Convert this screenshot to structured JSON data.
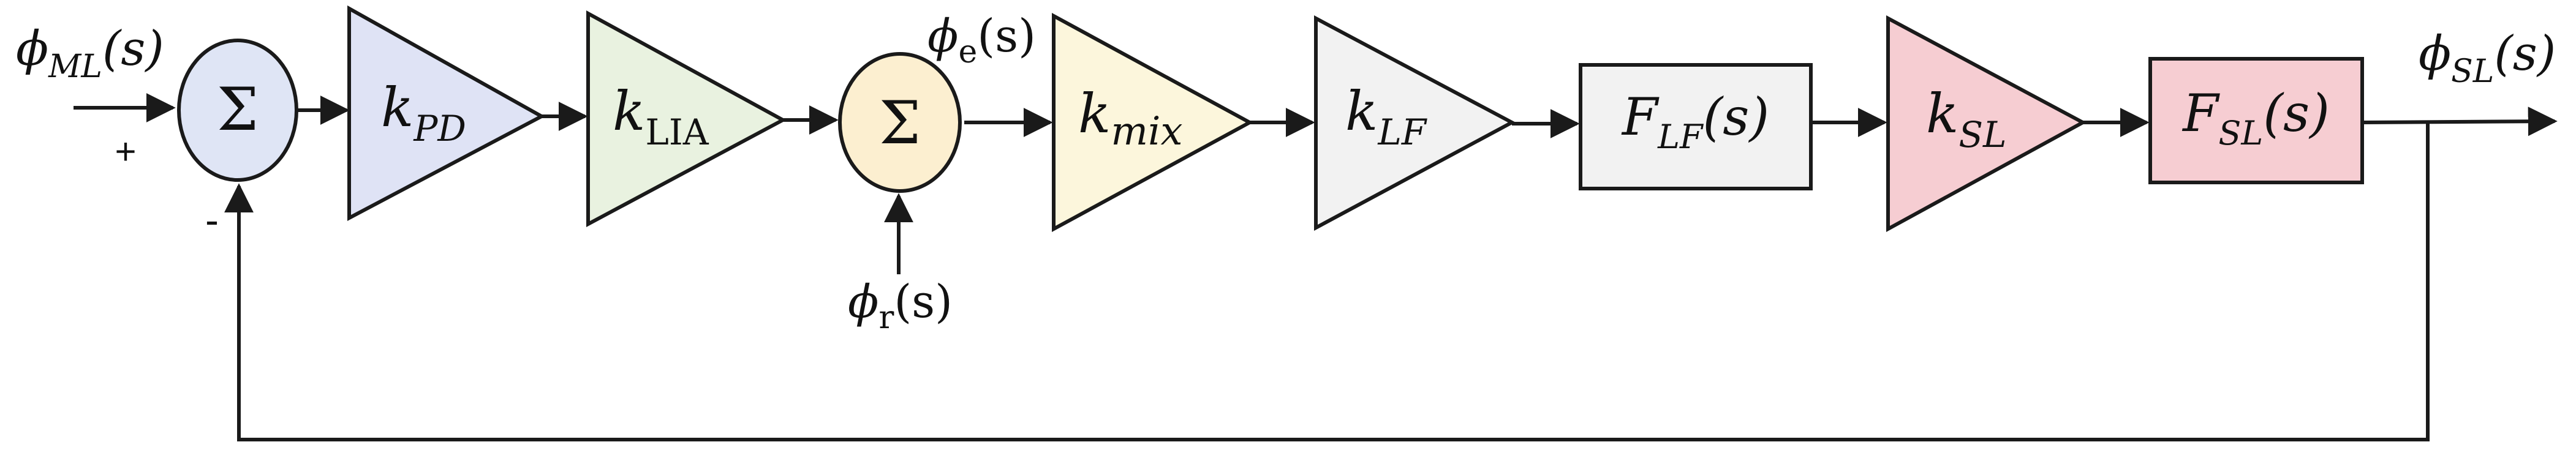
{
  "signals": {
    "phi_ml": {
      "sym": "ϕ",
      "sub": "ML",
      "arg": "(s)"
    },
    "phi_e": {
      "sym": "ϕ",
      "sub": "e",
      "arg": "(s)"
    },
    "phi_r": {
      "sym": "ϕ",
      "sub": "r",
      "arg": "(s)"
    },
    "phi_sl": {
      "sym": "ϕ",
      "sub": "SL",
      "arg": "(s)"
    }
  },
  "summing": {
    "sum1": {
      "symbol": "Σ",
      "plus": "+",
      "minus": "-",
      "color": "#dfe5f5"
    },
    "sum2": {
      "symbol": "Σ",
      "color": "#fcefd0"
    }
  },
  "blocks": {
    "k_pd": {
      "base": "k",
      "sub": "PD",
      "color": "#dfe3f5"
    },
    "k_lia": {
      "base": "k",
      "sub": "LIA",
      "color": "#e9f2e0"
    },
    "k_mix": {
      "base": "k",
      "sub": "mix",
      "color": "#fcf6dc"
    },
    "k_lf": {
      "base": "k",
      "sub": "LF",
      "color": "#f2f2f2"
    },
    "f_lf": {
      "base": "F",
      "sub": "LF",
      "arg": "(s)",
      "color": "#f2f2f2"
    },
    "k_sl": {
      "base": "k",
      "sub": "SL",
      "color": "#f6cdd2"
    },
    "f_sl": {
      "base": "F",
      "sub": "SL",
      "arg": "(s)",
      "color": "#f6cdd2"
    }
  }
}
